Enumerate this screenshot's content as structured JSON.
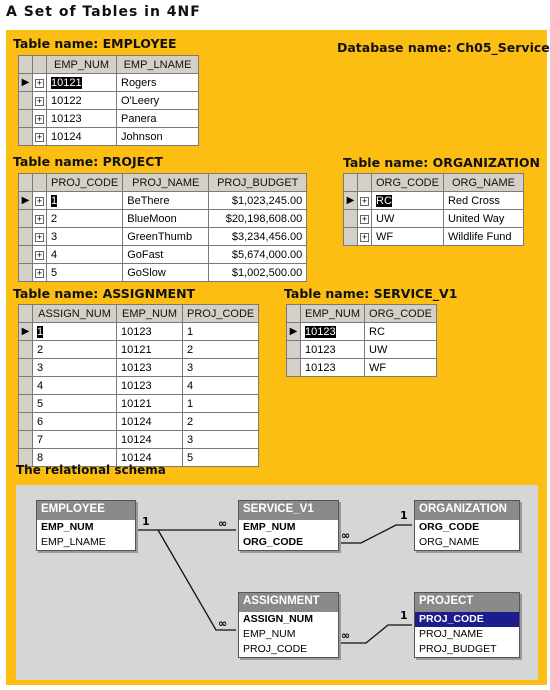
{
  "title": "A Set of Tables in 4NF",
  "database_label": "Database name: Ch05_Service",
  "employee": {
    "label": "Table name: EMPLOYEE",
    "headers": [
      "EMP_NUM",
      "EMP_LNAME"
    ],
    "rows": [
      [
        "10121",
        "Rogers"
      ],
      [
        "10122",
        "O'Leery"
      ],
      [
        "10123",
        "Panera"
      ],
      [
        "10124",
        "Johnson"
      ]
    ]
  },
  "project": {
    "label": "Table name: PROJECT",
    "headers": [
      "PROJ_CODE",
      "PROJ_NAME",
      "PROJ_BUDGET"
    ],
    "rows": [
      [
        "1",
        "BeThere",
        "$1,023,245.00"
      ],
      [
        "2",
        "BlueMoon",
        "$20,198,608.00"
      ],
      [
        "3",
        "GreenThumb",
        "$3,234,456.00"
      ],
      [
        "4",
        "GoFast",
        "$5,674,000.00"
      ],
      [
        "5",
        "GoSlow",
        "$1,002,500.00"
      ]
    ]
  },
  "organization": {
    "label": "Table name: ORGANIZATION",
    "headers": [
      "ORG_CODE",
      "ORG_NAME"
    ],
    "rows": [
      [
        "RC",
        "Red Cross"
      ],
      [
        "UW",
        "United Way"
      ],
      [
        "WF",
        "Wildlife Fund"
      ]
    ]
  },
  "assignment": {
    "label": "Table name: ASSIGNMENT",
    "headers": [
      "ASSIGN_NUM",
      "EMP_NUM",
      "PROJ_CODE"
    ],
    "rows": [
      [
        "1",
        "10123",
        "1"
      ],
      [
        "2",
        "10121",
        "2"
      ],
      [
        "3",
        "10123",
        "3"
      ],
      [
        "4",
        "10123",
        "4"
      ],
      [
        "5",
        "10121",
        "1"
      ],
      [
        "6",
        "10124",
        "2"
      ],
      [
        "7",
        "10124",
        "3"
      ],
      [
        "8",
        "10124",
        "5"
      ]
    ]
  },
  "service_v1": {
    "label": "Table name: SERVICE_V1",
    "headers": [
      "EMP_NUM",
      "ORG_CODE"
    ],
    "rows": [
      [
        "10123",
        "RC"
      ],
      [
        "10123",
        "UW"
      ],
      [
        "10123",
        "WF"
      ]
    ]
  },
  "schema": {
    "label": "The relational schema",
    "entities": {
      "employee": {
        "name": "EMPLOYEE",
        "fields": [
          "EMP_NUM",
          "EMP_LNAME"
        ]
      },
      "service_v1": {
        "name": "SERVICE_V1",
        "fields": [
          "EMP_NUM",
          "ORG_CODE"
        ]
      },
      "organization": {
        "name": "ORGANIZATION",
        "fields": [
          "ORG_CODE",
          "ORG_NAME"
        ]
      },
      "assignment": {
        "name": "ASSIGNMENT",
        "fields": [
          "ASSIGN_NUM",
          "EMP_NUM",
          "PROJ_CODE"
        ]
      },
      "project": {
        "name": "PROJECT",
        "fields": [
          "PROJ_CODE",
          "PROJ_NAME",
          "PROJ_BUDGET"
        ]
      }
    },
    "cardinality": {
      "one": "1",
      "many": "∞"
    }
  },
  "icons": {
    "record_selector": "current-record-arrow-icon",
    "expand": "plus-expand-icon"
  }
}
